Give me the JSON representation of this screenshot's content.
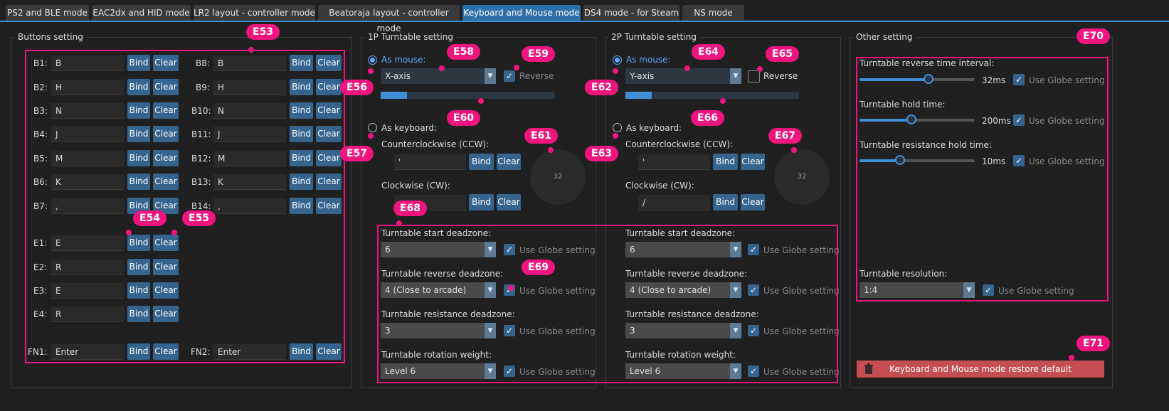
{
  "tabs": [
    {
      "label": "PS2 and BLE mode",
      "active": false
    },
    {
      "label": "EAC2dx and HID mode",
      "active": false
    },
    {
      "label": "LR2 layout - controller mode",
      "active": false
    },
    {
      "label": "Beatoraja layout - controller mode",
      "active": false
    },
    {
      "label": "Keyboard and Mouse mode",
      "active": true
    },
    {
      "label": "DS4 mode - for Steam",
      "active": false
    },
    {
      "label": "NS mode",
      "active": false
    }
  ],
  "common": {
    "bind": "Bind",
    "clear": "Clear",
    "use_globe": "Use Globe setting",
    "reverse": "Reverse"
  },
  "buttons": {
    "title": "Buttons setting",
    "left": [
      {
        "label": "B1:",
        "value": "B"
      },
      {
        "label": "B2:",
        "value": "H"
      },
      {
        "label": "B3:",
        "value": "N"
      },
      {
        "label": "B4:",
        "value": "J"
      },
      {
        "label": "B5:",
        "value": "M"
      },
      {
        "label": "B6:",
        "value": "K"
      },
      {
        "label": "B7:",
        "value": ","
      }
    ],
    "right": [
      {
        "label": "B8:",
        "value": "B"
      },
      {
        "label": "B9:",
        "value": "H"
      },
      {
        "label": "B10:",
        "value": "N"
      },
      {
        "label": "B11:",
        "value": "J"
      },
      {
        "label": "B12:",
        "value": "M"
      },
      {
        "label": "B13:",
        "value": "K"
      },
      {
        "label": "B14:",
        "value": ","
      }
    ],
    "e": [
      {
        "label": "E1:",
        "value": "E"
      },
      {
        "label": "E2:",
        "value": "R"
      },
      {
        "label": "E3:",
        "value": "E"
      },
      {
        "label": "E4:",
        "value": "R"
      }
    ],
    "fn1": {
      "label": "FN1:",
      "value": "Enter"
    },
    "fn2": {
      "label": "FN2:",
      "value": "Enter"
    }
  },
  "p1": {
    "title": "1P Turntable setting",
    "as_mouse": "As mouse:",
    "axis": "X-axis",
    "reverse_checked": true,
    "mouse_level": 0.15,
    "as_keyboard": "As keyboard:",
    "ccw_label": "Counterclockwise (CCW):",
    "ccw_value": "'",
    "cw_label": "Clockwise (CW):",
    "cw_value": "",
    "dial_value": "32"
  },
  "p2": {
    "title": "2P Turntable setting",
    "as_mouse": "As mouse:",
    "axis": "Y-axis",
    "reverse_checked": false,
    "mouse_level": 0.15,
    "as_keyboard": "As keyboard:",
    "ccw_label": "Counterclockwise (CCW):",
    "ccw_value": "'",
    "cw_label": "Clockwise (CW):",
    "cw_value": "/",
    "dial_value": "32"
  },
  "deadzones": [
    {
      "label": "Turntable start deadzone:",
      "value": "6"
    },
    {
      "label": "Turntable reverse deadzone:",
      "value": "4 (Close to arcade)"
    },
    {
      "label": "Turntable resistance deadzone:",
      "value": "3"
    },
    {
      "label": "Turntable rotation weight:",
      "value": "Level 6"
    }
  ],
  "other": {
    "title": "Other setting",
    "sliders": [
      {
        "label": "Turntable reverse time interval:",
        "value": "32ms",
        "level": 0.6
      },
      {
        "label": "Turntable hold time:",
        "value": "200ms",
        "level": 0.45
      },
      {
        "label": "Turntable resistance hold time:",
        "value": "10ms",
        "level": 0.35
      }
    ],
    "resolution_label": "Turntable resolution:",
    "resolution_value": "1:4",
    "restore": "Keyboard and Mouse mode restore default"
  },
  "annotations": [
    "E53",
    "E54",
    "E55",
    "E56",
    "E57",
    "E58",
    "E59",
    "E60",
    "E61",
    "E62",
    "E63",
    "E64",
    "E65",
    "E66",
    "E67",
    "E68",
    "E69",
    "E70",
    "E71"
  ],
  "colors": {
    "accent": "#3f8ed9",
    "button": "#35648f",
    "highlight": "#f0157e",
    "restore": "#c44e52"
  }
}
